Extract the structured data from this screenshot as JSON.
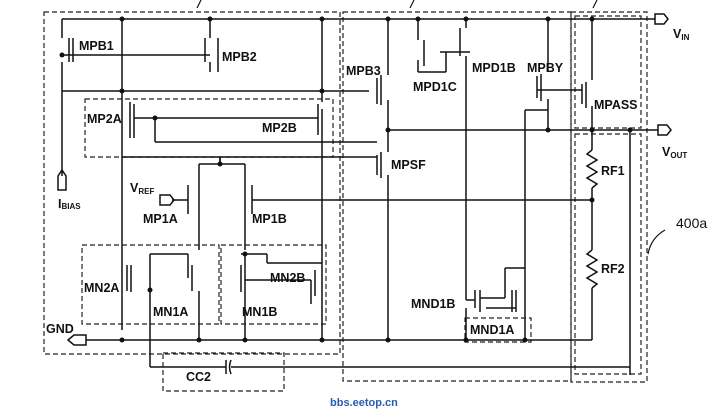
{
  "labels": {
    "vin": "V",
    "vin_sub": "IN",
    "vout": "V",
    "vout_sub": "OUT",
    "vref": "V",
    "vref_sub": "REF",
    "ibias": "I",
    "ibias_sub": "BIAS",
    "gnd": "GND",
    "block_ref": "400a",
    "watermark": "bbs.eetop.cn"
  },
  "transistors": {
    "mpb1": "MPB1",
    "mpb2": "MPB2",
    "mpb3": "MPB3",
    "mpd1c": "MPD1C",
    "mpd1b": "MPD1B",
    "mpby": "MPBY",
    "mpass": "MPASS",
    "mp2a": "MP2A",
    "mp2b": "MP2B",
    "mpsf": "MPSF",
    "mp1a": "MP1A",
    "mp1b": "MP1B",
    "mn2a": "MN2A",
    "mn1a": "MN1A",
    "mn1b": "MN1B",
    "mn2b": "MN2B",
    "mnd1b": "MND1B",
    "mnd1a": "MND1A"
  },
  "passives": {
    "rf1": "RF1",
    "rf2": "RF2",
    "cc2": "CC2"
  }
}
